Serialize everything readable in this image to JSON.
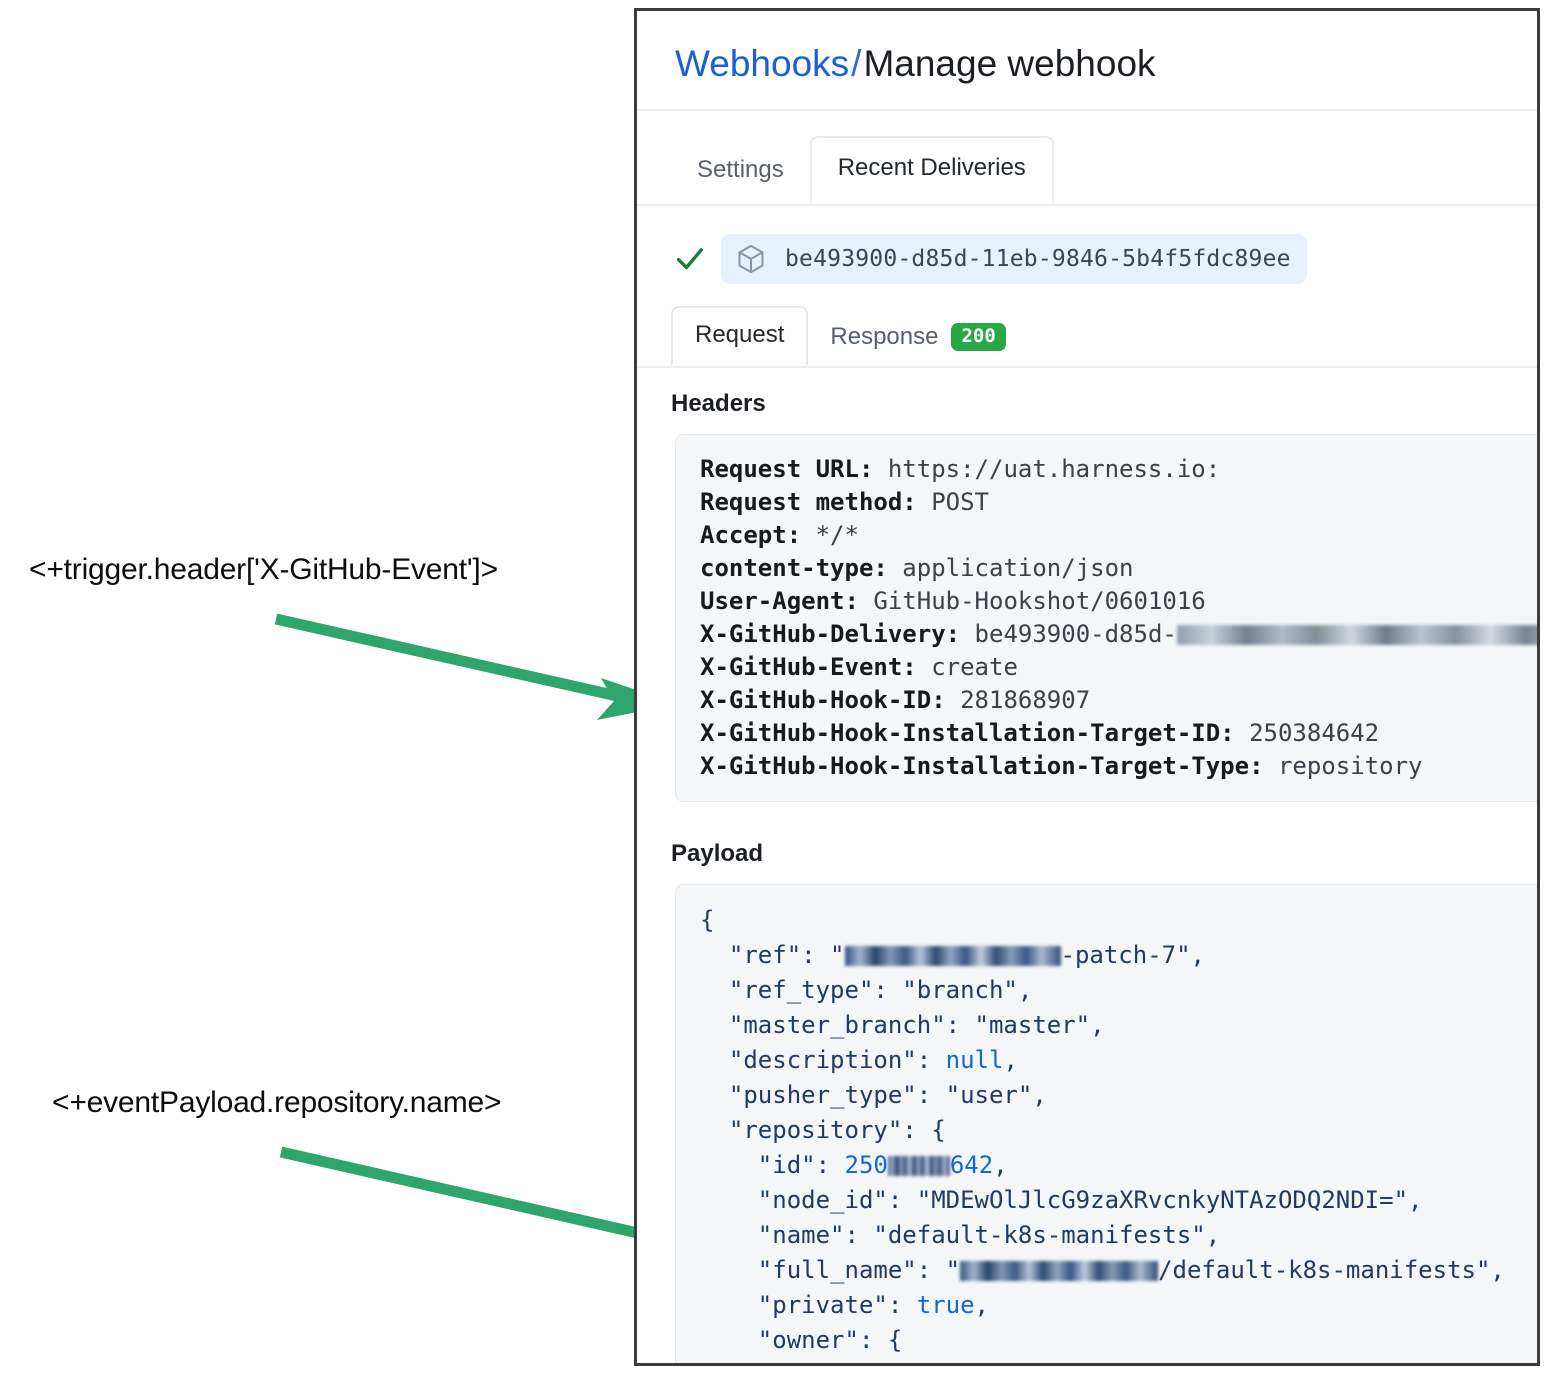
{
  "annotations": {
    "header_expression": "<+trigger.header['X-GitHub-Event']>",
    "payload_expression": "<+eventPayload.repository.name>",
    "arrow_color": "#2ea56a"
  },
  "card": {
    "breadcrumb": {
      "link": "Webhooks",
      "separator": "/",
      "current": "Manage webhook"
    },
    "tabs": [
      {
        "label": "Settings",
        "active": false
      },
      {
        "label": "Recent Deliveries",
        "active": true
      }
    ],
    "delivery": {
      "status_icon": "check-icon",
      "package_icon": "cube-icon",
      "id": "be493900-d85d-11eb-9846-5b4f5fdc89ee"
    },
    "detail_tabs": [
      {
        "label": "Request",
        "active": true,
        "badge": null
      },
      {
        "label": "Response",
        "active": false,
        "badge": "200",
        "badge_color": "#28a745"
      }
    ],
    "headers_section": {
      "title": "Headers",
      "rows": [
        {
          "key": "Request URL:",
          "value": "https://uat.harness.io:"
        },
        {
          "key": "Request method:",
          "value": "POST"
        },
        {
          "key": "Accept:",
          "value": "*/*"
        },
        {
          "key": "content-type:",
          "value": "application/json"
        },
        {
          "key": "User-Agent:",
          "value": "GitHub-Hookshot/0601016"
        },
        {
          "key": "X-GitHub-Delivery:",
          "value": "be493900-d85d-",
          "redacted": true
        },
        {
          "key": "X-GitHub-Event:",
          "value": "create"
        },
        {
          "key": "X-GitHub-Hook-ID:",
          "value": "281868907"
        },
        {
          "key": "X-GitHub-Hook-Installation-Target-ID:",
          "value": "250384642"
        },
        {
          "key": "X-GitHub-Hook-Installation-Target-Type:",
          "value": "repository"
        }
      ]
    },
    "payload_section": {
      "title": "Payload",
      "lines": [
        {
          "text": "{"
        },
        {
          "text": "  \"ref\": \"",
          "redacted": "blue",
          "after": "-patch-7\","
        },
        {
          "text": "  \"ref_type\": \"branch\","
        },
        {
          "text": "  \"master_branch\": \"master\","
        },
        {
          "text": "  \"description\": ",
          "keyword": "null",
          "after": ","
        },
        {
          "text": "  \"pusher_type\": \"user\","
        },
        {
          "text": "  \"repository\": {"
        },
        {
          "text": "    \"id\": ",
          "number_prefix": "250",
          "redacted": "blue",
          "number_suffix": "642",
          "after": ","
        },
        {
          "text": "    \"node_id\": \"MDEwOlJlcG9zaXRvcnkyNTAzODQ2NDI=\","
        },
        {
          "text": "    \"name\": \"default-k8s-manifests\","
        },
        {
          "text": "    \"full_name\": \"",
          "redacted": "blue",
          "after": "/default-k8s-manifests\","
        },
        {
          "text": "    \"private\": ",
          "keyword": "true",
          "after": ","
        },
        {
          "text": "    \"owner\": {"
        }
      ]
    }
  }
}
